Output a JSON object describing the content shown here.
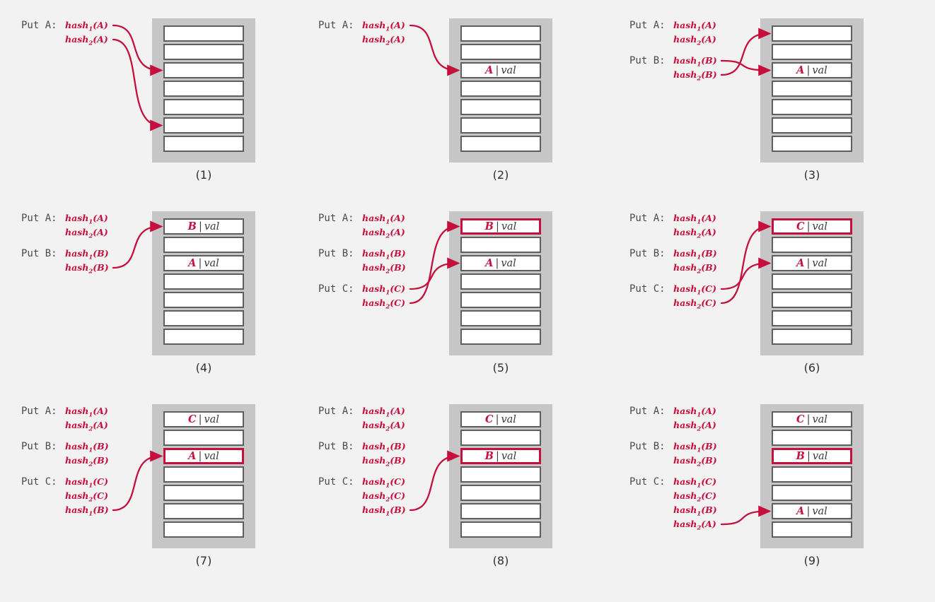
{
  "cell_separator": "|",
  "colors": {
    "accent_red": "#c5103d",
    "page_bg": "#f2f2f2",
    "table_bg": "#c6c6c6",
    "slot_border": "#5e5e5e",
    "label_gray": "#4a4a4a",
    "value_gray": "#3a3a3a",
    "caption_color": "#2f2f2f"
  },
  "panels": [
    {
      "caption": "(1)",
      "ops": [
        {
          "put": "Put A:",
          "lines": [
            {
              "base": "hash",
              "sub": "1",
              "arg": "(A)"
            },
            {
              "base": "hash",
              "sub": "2",
              "arg": "(A)"
            }
          ]
        }
      ],
      "slots": [
        null,
        null,
        null,
        null,
        null,
        null,
        null
      ],
      "arrows": [
        {
          "op": 0,
          "line": 0,
          "slot": 2
        },
        {
          "op": 0,
          "line": 1,
          "slot": 5
        }
      ]
    },
    {
      "caption": "(2)",
      "ops": [
        {
          "put": "Put A:",
          "lines": [
            {
              "base": "hash",
              "sub": "1",
              "arg": "(A)"
            },
            {
              "base": "hash",
              "sub": "2",
              "arg": "(A)"
            }
          ]
        }
      ],
      "slots": [
        null,
        null,
        {
          "key": "A",
          "val": "val",
          "highlight": false
        },
        null,
        null,
        null,
        null
      ],
      "arrows": [
        {
          "op": 0,
          "line": 0,
          "slot": 2
        }
      ]
    },
    {
      "caption": "(3)",
      "ops": [
        {
          "put": "Put A:",
          "lines": [
            {
              "base": "hash",
              "sub": "1",
              "arg": "(A)"
            },
            {
              "base": "hash",
              "sub": "2",
              "arg": "(A)"
            }
          ]
        },
        {
          "put": "Put B:",
          "lines": [
            {
              "base": "hash",
              "sub": "1",
              "arg": "(B)"
            },
            {
              "base": "hash",
              "sub": "2",
              "arg": "(B)"
            }
          ]
        }
      ],
      "slots": [
        null,
        null,
        {
          "key": "A",
          "val": "val",
          "highlight": false
        },
        null,
        null,
        null,
        null
      ],
      "arrows": [
        {
          "op": 1,
          "line": 0,
          "slot": 2
        },
        {
          "op": 1,
          "line": 1,
          "slot": 0
        }
      ]
    },
    {
      "caption": "(4)",
      "ops": [
        {
          "put": "Put A:",
          "lines": [
            {
              "base": "hash",
              "sub": "1",
              "arg": "(A)"
            },
            {
              "base": "hash",
              "sub": "2",
              "arg": "(A)"
            }
          ]
        },
        {
          "put": "Put B:",
          "lines": [
            {
              "base": "hash",
              "sub": "1",
              "arg": "(B)"
            },
            {
              "base": "hash",
              "sub": "2",
              "arg": "(B)"
            }
          ]
        }
      ],
      "slots": [
        {
          "key": "B",
          "val": "val",
          "highlight": false
        },
        null,
        {
          "key": "A",
          "val": "val",
          "highlight": false
        },
        null,
        null,
        null,
        null
      ],
      "arrows": [
        {
          "op": 1,
          "line": 1,
          "slot": 0
        }
      ]
    },
    {
      "caption": "(5)",
      "ops": [
        {
          "put": "Put A:",
          "lines": [
            {
              "base": "hash",
              "sub": "1",
              "arg": "(A)"
            },
            {
              "base": "hash",
              "sub": "2",
              "arg": "(A)"
            }
          ]
        },
        {
          "put": "Put B:",
          "lines": [
            {
              "base": "hash",
              "sub": "1",
              "arg": "(B)"
            },
            {
              "base": "hash",
              "sub": "2",
              "arg": "(B)"
            }
          ]
        },
        {
          "put": "Put C:",
          "lines": [
            {
              "base": "hash",
              "sub": "1",
              "arg": "(C)"
            },
            {
              "base": "hash",
              "sub": "2",
              "arg": "(C)"
            }
          ]
        }
      ],
      "slots": [
        {
          "key": "B",
          "val": "val",
          "highlight": true
        },
        null,
        {
          "key": "A",
          "val": "val",
          "highlight": false
        },
        null,
        null,
        null,
        null
      ],
      "arrows": [
        {
          "op": 2,
          "line": 0,
          "slot": 2
        },
        {
          "op": 2,
          "line": 1,
          "slot": 0
        }
      ]
    },
    {
      "caption": "(6)",
      "ops": [
        {
          "put": "Put A:",
          "lines": [
            {
              "base": "hash",
              "sub": "1",
              "arg": "(A)"
            },
            {
              "base": "hash",
              "sub": "2",
              "arg": "(A)"
            }
          ]
        },
        {
          "put": "Put B:",
          "lines": [
            {
              "base": "hash",
              "sub": "1",
              "arg": "(B)"
            },
            {
              "base": "hash",
              "sub": "2",
              "arg": "(B)"
            }
          ]
        },
        {
          "put": "Put C:",
          "lines": [
            {
              "base": "hash",
              "sub": "1",
              "arg": "(C)"
            },
            {
              "base": "hash",
              "sub": "2",
              "arg": "(C)"
            }
          ]
        }
      ],
      "slots": [
        {
          "key": "C",
          "val": "val",
          "highlight": true
        },
        null,
        {
          "key": "A",
          "val": "val",
          "highlight": false
        },
        null,
        null,
        null,
        null
      ],
      "arrows": [
        {
          "op": 2,
          "line": 0,
          "slot": 2
        },
        {
          "op": 2,
          "line": 1,
          "slot": 0
        }
      ]
    },
    {
      "caption": "(7)",
      "ops": [
        {
          "put": "Put A:",
          "lines": [
            {
              "base": "hash",
              "sub": "1",
              "arg": "(A)"
            },
            {
              "base": "hash",
              "sub": "2",
              "arg": "(A)"
            }
          ]
        },
        {
          "put": "Put B:",
          "lines": [
            {
              "base": "hash",
              "sub": "1",
              "arg": "(B)"
            },
            {
              "base": "hash",
              "sub": "2",
              "arg": "(B)"
            }
          ]
        },
        {
          "put": "Put C:",
          "lines": [
            {
              "base": "hash",
              "sub": "1",
              "arg": "(C)"
            },
            {
              "base": "hash",
              "sub": "2",
              "arg": "(C)"
            },
            {
              "base": "hash",
              "sub": "1",
              "arg": "(B)"
            }
          ]
        }
      ],
      "slots": [
        {
          "key": "C",
          "val": "val",
          "highlight": false
        },
        null,
        {
          "key": "A",
          "val": "val",
          "highlight": true
        },
        null,
        null,
        null,
        null
      ],
      "arrows": [
        {
          "op": 2,
          "line": 2,
          "slot": 2
        }
      ]
    },
    {
      "caption": "(8)",
      "ops": [
        {
          "put": "Put A:",
          "lines": [
            {
              "base": "hash",
              "sub": "1",
              "arg": "(A)"
            },
            {
              "base": "hash",
              "sub": "2",
              "arg": "(A)"
            }
          ]
        },
        {
          "put": "Put B:",
          "lines": [
            {
              "base": "hash",
              "sub": "1",
              "arg": "(B)"
            },
            {
              "base": "hash",
              "sub": "2",
              "arg": "(B)"
            }
          ]
        },
        {
          "put": "Put C:",
          "lines": [
            {
              "base": "hash",
              "sub": "1",
              "arg": "(C)"
            },
            {
              "base": "hash",
              "sub": "2",
              "arg": "(C)"
            },
            {
              "base": "hash",
              "sub": "1",
              "arg": "(B)"
            }
          ]
        }
      ],
      "slots": [
        {
          "key": "C",
          "val": "val",
          "highlight": false
        },
        null,
        {
          "key": "B",
          "val": "val",
          "highlight": true
        },
        null,
        null,
        null,
        null
      ],
      "arrows": [
        {
          "op": 2,
          "line": 2,
          "slot": 2
        }
      ]
    },
    {
      "caption": "(9)",
      "ops": [
        {
          "put": "Put A:",
          "lines": [
            {
              "base": "hash",
              "sub": "1",
              "arg": "(A)"
            },
            {
              "base": "hash",
              "sub": "2",
              "arg": "(A)"
            }
          ]
        },
        {
          "put": "Put B:",
          "lines": [
            {
              "base": "hash",
              "sub": "1",
              "arg": "(B)"
            },
            {
              "base": "hash",
              "sub": "2",
              "arg": "(B)"
            }
          ]
        },
        {
          "put": "Put C:",
          "lines": [
            {
              "base": "hash",
              "sub": "1",
              "arg": "(C)"
            },
            {
              "base": "hash",
              "sub": "2",
              "arg": "(C)"
            },
            {
              "base": "hash",
              "sub": "1",
              "arg": "(B)"
            },
            {
              "base": "hash",
              "sub": "2",
              "arg": "(A)"
            }
          ]
        }
      ],
      "slots": [
        {
          "key": "C",
          "val": "val",
          "highlight": false
        },
        null,
        {
          "key": "B",
          "val": "val",
          "highlight": true
        },
        null,
        null,
        {
          "key": "A",
          "val": "val",
          "highlight": false
        },
        null
      ],
      "arrows": [
        {
          "op": 2,
          "line": 3,
          "slot": 5
        }
      ]
    }
  ]
}
